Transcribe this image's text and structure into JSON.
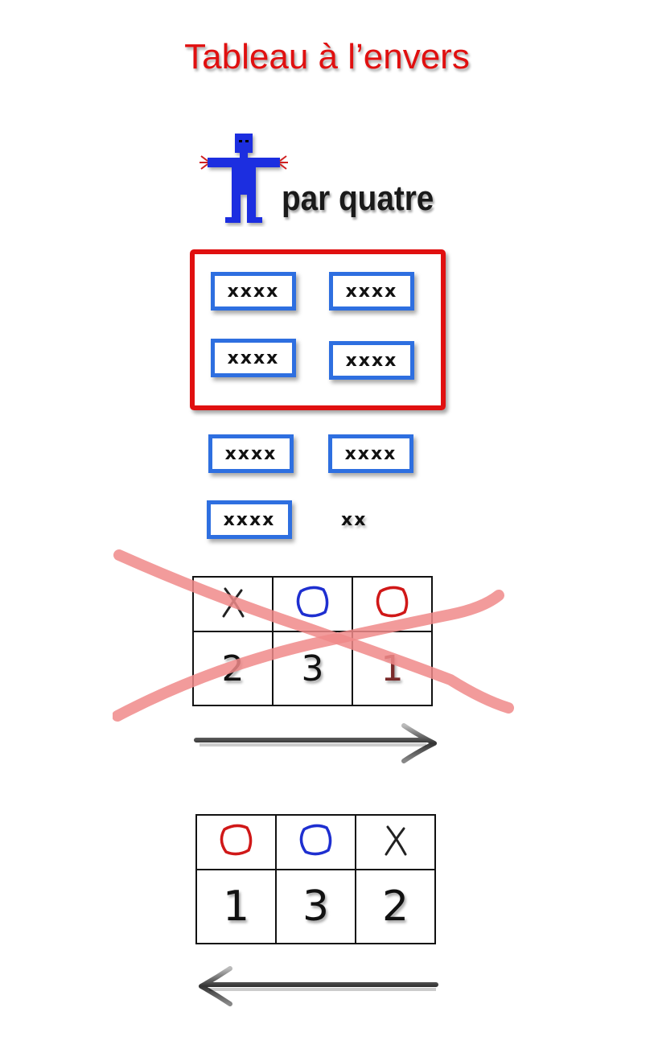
{
  "title": "Tableau à l’envers",
  "subtitle": "par quatre",
  "group_label": "xxxx",
  "leftover_label": "xx",
  "symbols": {
    "x": "X",
    "blue_circle_color": "#1e2fd0",
    "red_circle_color": "#d01818"
  },
  "colors": {
    "title": "#e01010",
    "frame": "#e01010",
    "group_border": "#2e6fe0",
    "figure": "#1a2ee0",
    "strike": "#f08a8a"
  },
  "table_wrong": {
    "symbols": [
      "x",
      "blue-circle",
      "red-circle"
    ],
    "digits": [
      "2",
      "3",
      "1"
    ]
  },
  "table_right": {
    "symbols": [
      "red-circle",
      "blue-circle",
      "x"
    ],
    "digits": [
      "1",
      "3",
      "2"
    ]
  },
  "arrows": {
    "first": "right",
    "second": "left"
  }
}
